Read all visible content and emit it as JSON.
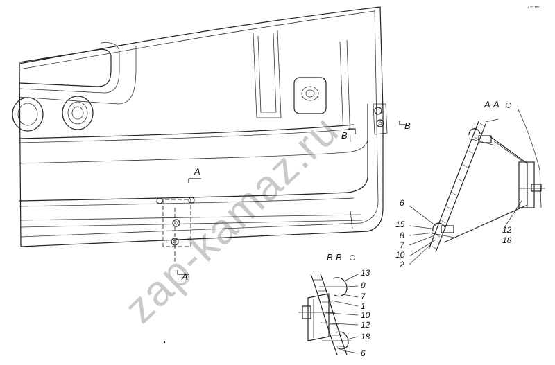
{
  "watermark": "zap-kamaz.ru",
  "corner_mark": "z™ •••",
  "main_view": {
    "section_a_label": "A",
    "section_a_label_bottom": "A",
    "section_b_label": "B",
    "section_b_label_right": "B"
  },
  "section_aa": {
    "title": "A-A",
    "callouts": [
      "6",
      "15",
      "8",
      "7",
      "10",
      "2",
      "12",
      "18"
    ]
  },
  "section_bb": {
    "title": "B-B",
    "callouts": [
      "13",
      "8",
      "7",
      "1",
      "10",
      "12",
      "18",
      "6"
    ]
  }
}
